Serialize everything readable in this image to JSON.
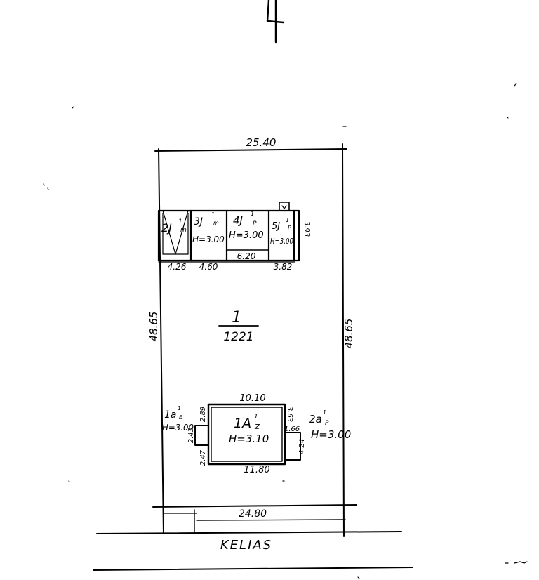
{
  "north_symbol": "north-arrow",
  "plot": {
    "top_dimension": "25.40",
    "bottom_dimension": "24.80",
    "left_dimension": "48.65",
    "right_dimension": "48.65",
    "lot_number": "1",
    "area": "1221"
  },
  "outbuildings": {
    "b2": {
      "label": "2J",
      "sup": "1",
      "sub": "m",
      "width": "4.26"
    },
    "b3": {
      "label": "3J",
      "sup": "1",
      "sub": "m",
      "height": "H=3.00",
      "width": "4.60"
    },
    "b4": {
      "label": "4J",
      "sup": "1",
      "sub": "P",
      "height": "H=3.00",
      "width": "6.20"
    },
    "b5": {
      "label": "5J",
      "sup": "1",
      "sub": "P",
      "height": "H=3.00",
      "width": "3.82",
      "depth": "3.93"
    }
  },
  "main_house": {
    "label": "1A",
    "sup": "1",
    "sub": "Z",
    "height": "H=3.10",
    "top_dimension": "10.10",
    "bottom_dimension": "11.80",
    "left_side_dimension": "2.89",
    "left_side_dimension_2": "2.47",
    "left_porch_dimension": "2.43",
    "right_side_dimension": "3.63",
    "right_porch_dimension": "1.66",
    "right_porch_dimension_2": "4.24"
  },
  "porch_left": {
    "label": "1a",
    "sup": "1",
    "sub": "E",
    "height": "H=3.00"
  },
  "porch_right": {
    "label": "2a",
    "sup": "1",
    "sub": "P",
    "height": "H=3.00"
  },
  "road_label": "KELIAS"
}
